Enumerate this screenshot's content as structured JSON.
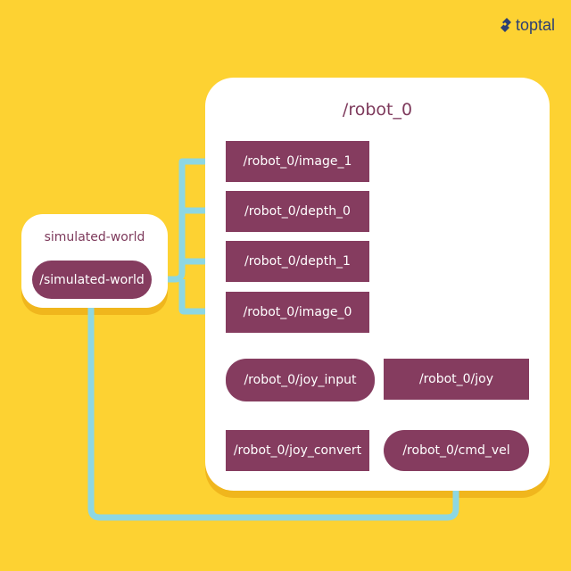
{
  "brand": {
    "name": "toptal",
    "logo_icon": "toptal-logo-icon"
  },
  "world_group": {
    "title": "simulated-world",
    "node": "/simulated-world"
  },
  "robot_group": {
    "title": "/robot_0",
    "image_topics": [
      "/robot_0/image_1",
      "/robot_0/depth_0",
      "/robot_0/depth_1",
      "/robot_0/image_0"
    ],
    "joy_input": "/robot_0/joy_input",
    "joy_topic": "/robot_0/joy",
    "joy_convert": "/robot_0/joy_convert",
    "cmd_vel": "/robot_0/cmd_vel"
  },
  "colors": {
    "background": "#fdd232",
    "panel": "#ffffff",
    "node": "#853c5f",
    "connector": "#8dd7e3",
    "title_text": "#7e3a5c",
    "logo": "#2c3f73"
  }
}
